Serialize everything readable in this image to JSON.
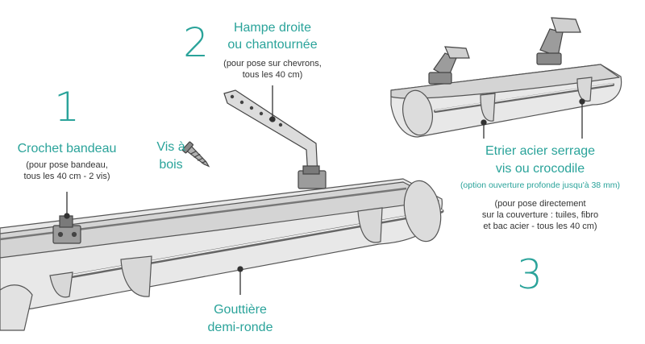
{
  "colors": {
    "accent": "#2aa39a",
    "line": "#333333",
    "gutter_fill": "#e6e6e6",
    "gutter_inner": "#d2d2d2",
    "note_text": "#333333"
  },
  "labels": {
    "n1": "1",
    "n2": "2",
    "n3": "3",
    "crochet_title": "Crochet bandeau",
    "crochet_note_1": "(pour pose bandeau,",
    "crochet_note_2": "tous les 40 cm - 2 vis)",
    "vis_1": "Vis à",
    "vis_2": "bois",
    "hampe_title_1": "Hampe droite",
    "hampe_title_2": "ou chantournée",
    "hampe_note_1": "(pour pose sur chevrons,",
    "hampe_note_2": "tous les 40 cm)",
    "etrier_title_1": "Etrier acier serrage",
    "etrier_title_2": "vis ou crocodile",
    "etrier_option": "(option ouverture profonde jusqu'à 38 mm)",
    "etrier_note_1": "(pour pose directement",
    "etrier_note_2": "sur la couverture : tuiles, fibro",
    "etrier_note_3": "et bac acier - tous les 40 cm)",
    "gouttiere_1": "Gouttière",
    "gouttiere_2": "demi-ronde"
  },
  "icons": [
    "screw-icon",
    "gutter-illustration",
    "hanger-bracket",
    "clip-bracket",
    "crocodile-clamp"
  ]
}
